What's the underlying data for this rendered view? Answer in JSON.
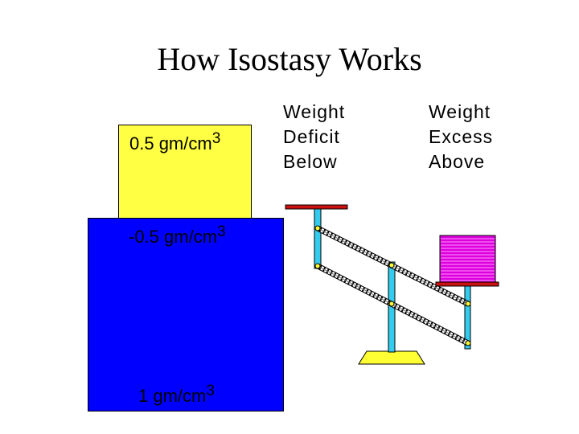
{
  "title": "How Isostasy Works",
  "blocks": {
    "upper": {
      "value": "0.5 gm/cm",
      "exp": "3",
      "color": "#ffff44"
    },
    "middle": {
      "value": "-0.5 gm/cm",
      "exp": "3"
    },
    "lower": {
      "value": "1 gm/cm",
      "exp": "3",
      "color": "#0000ff"
    }
  },
  "captions": {
    "deficit": [
      "Weight",
      "Deficit",
      "Below"
    ],
    "excess": [
      "Weight",
      "Excess",
      "Above"
    ]
  },
  "colors": {
    "balance_post": "#33ccee",
    "balance_base": "#ffff33",
    "platform": "#cc1111",
    "weight_stack": "#dd00dd"
  }
}
